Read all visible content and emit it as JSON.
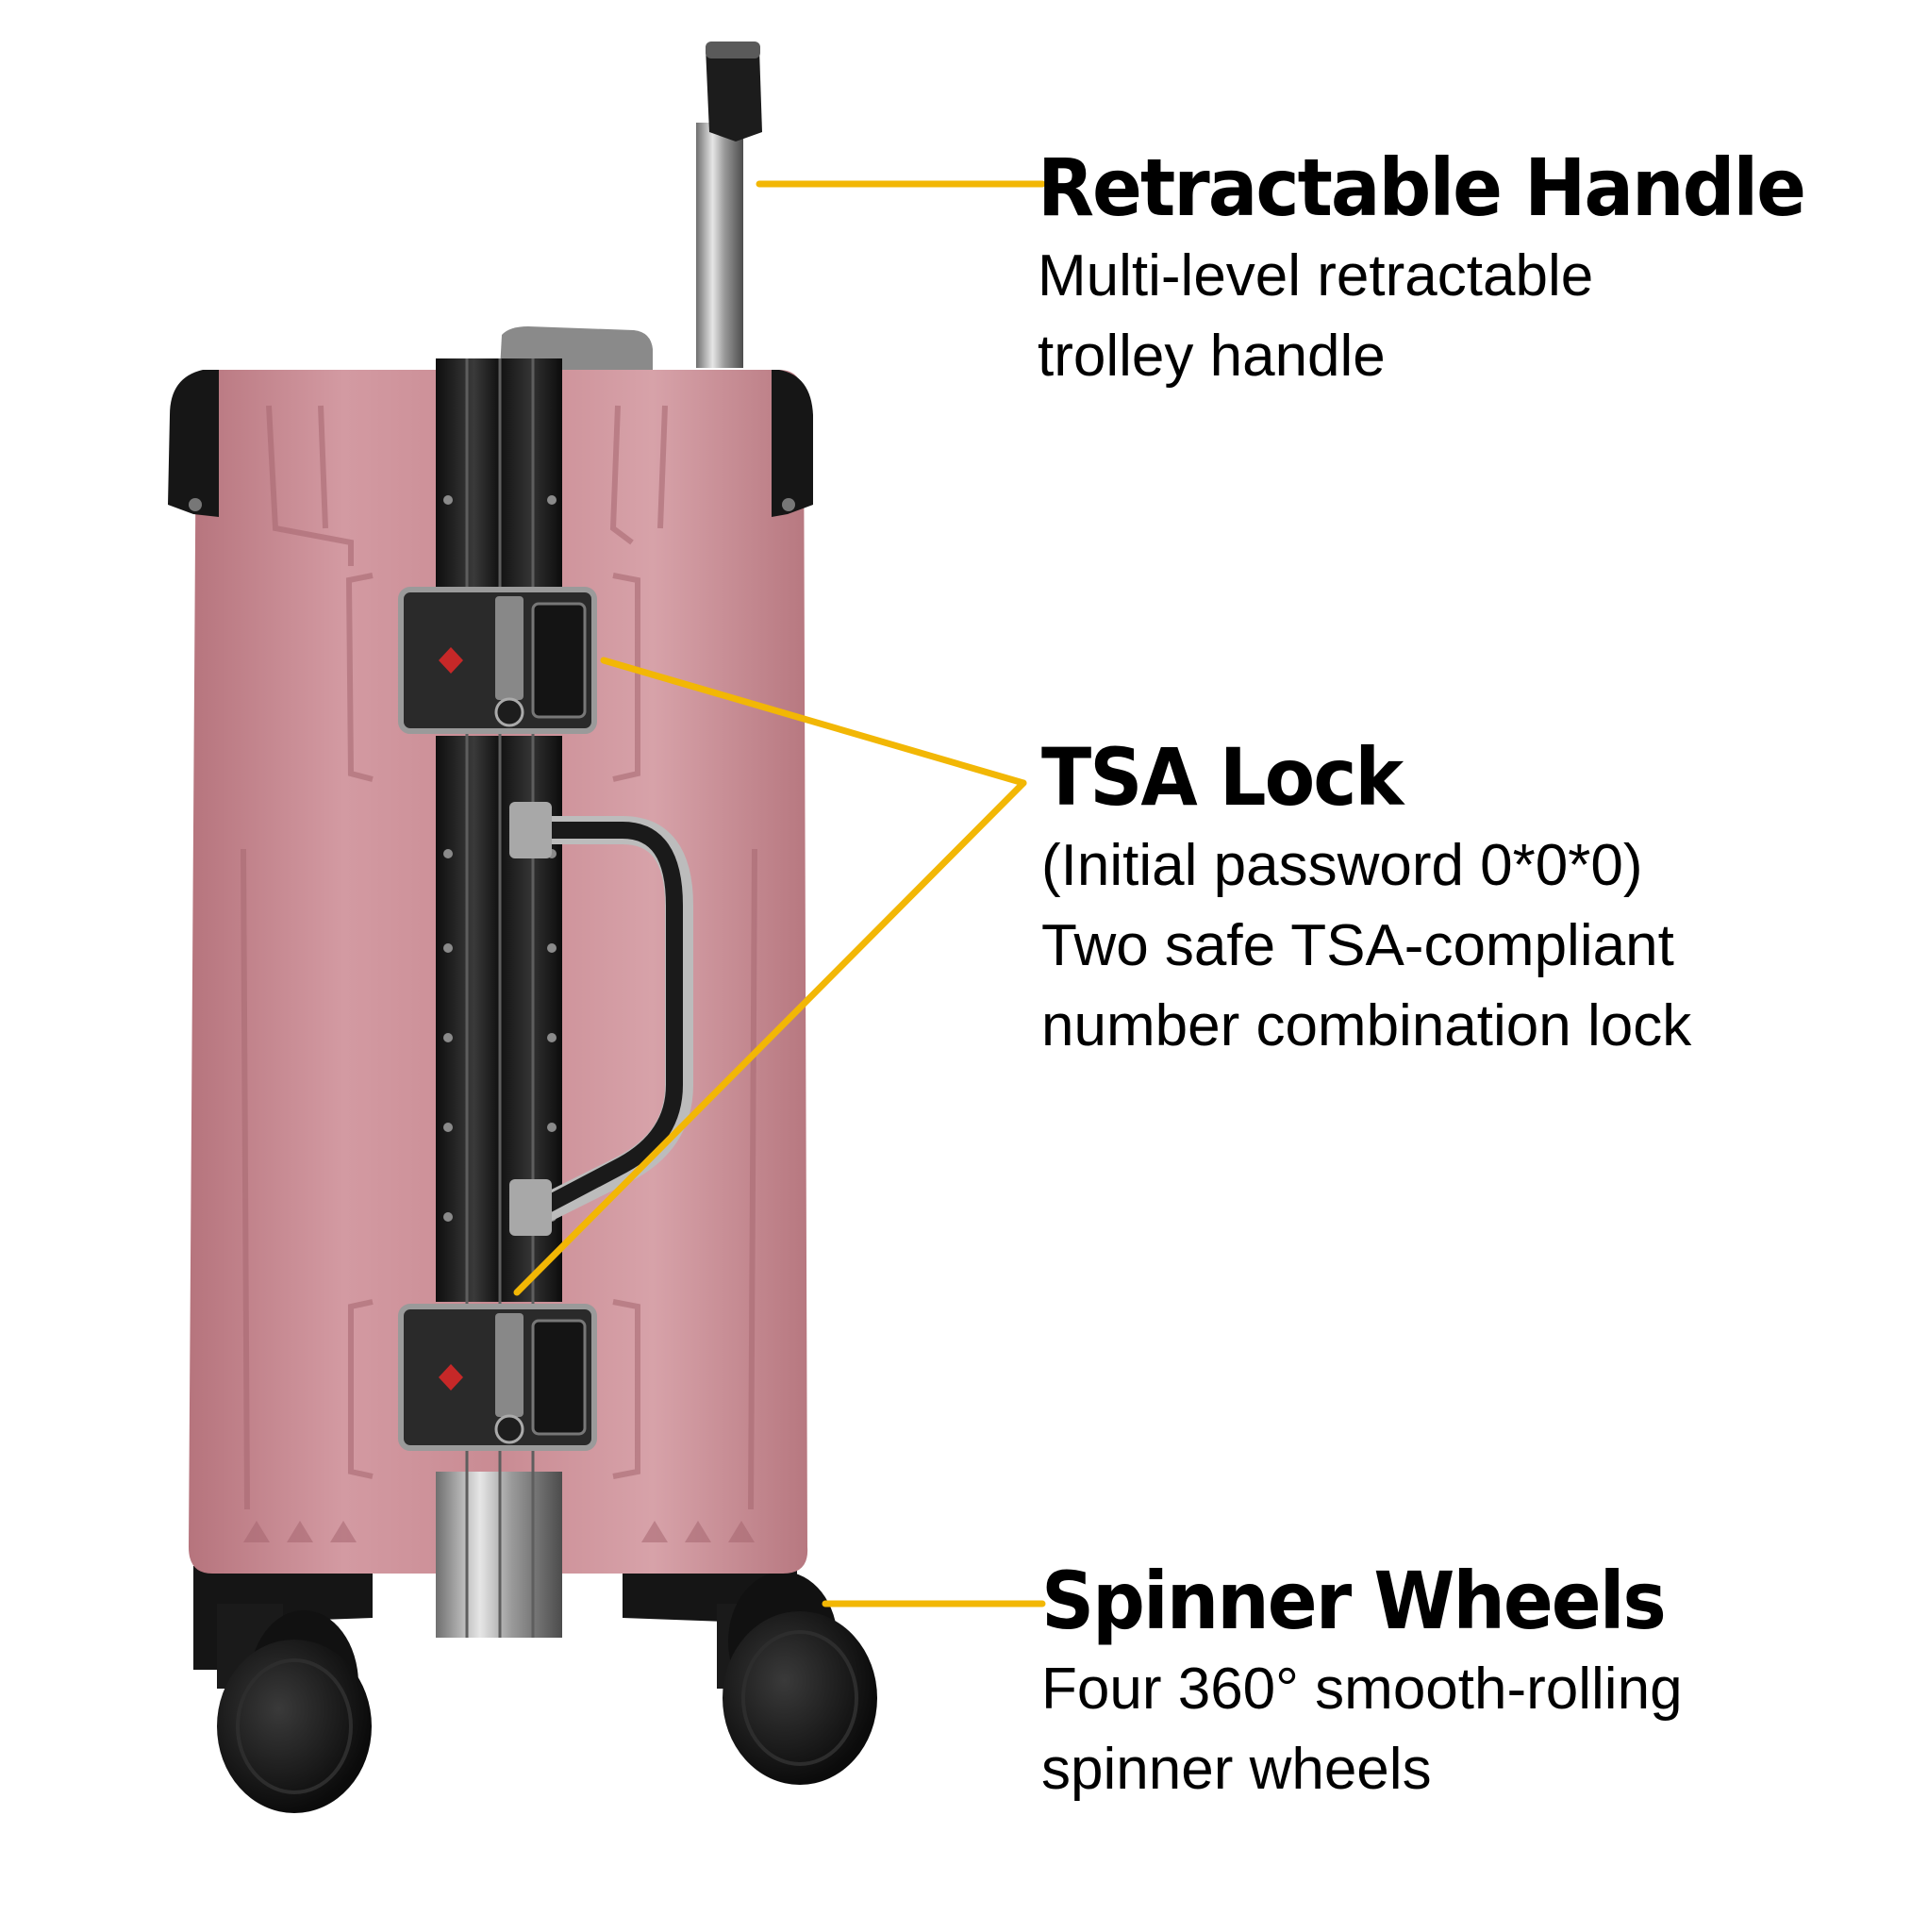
{
  "colors": {
    "leader_line": "#f2b705",
    "shell": "#c98b93",
    "frame": "#1b1b1b",
    "background": "#ffffff"
  },
  "features": [
    {
      "title": "Retractable Handle",
      "lines": [
        "Multi-level retractable",
        "trolley handle"
      ]
    },
    {
      "title": "TSA Lock",
      "lines": [
        "(Initial password 0*0*0)",
        "Two safe TSA-compliant",
        "number combination lock"
      ]
    },
    {
      "title": "Spinner Wheels",
      "lines": [
        "Four 360° smooth-rolling",
        "spinner wheels"
      ]
    }
  ]
}
